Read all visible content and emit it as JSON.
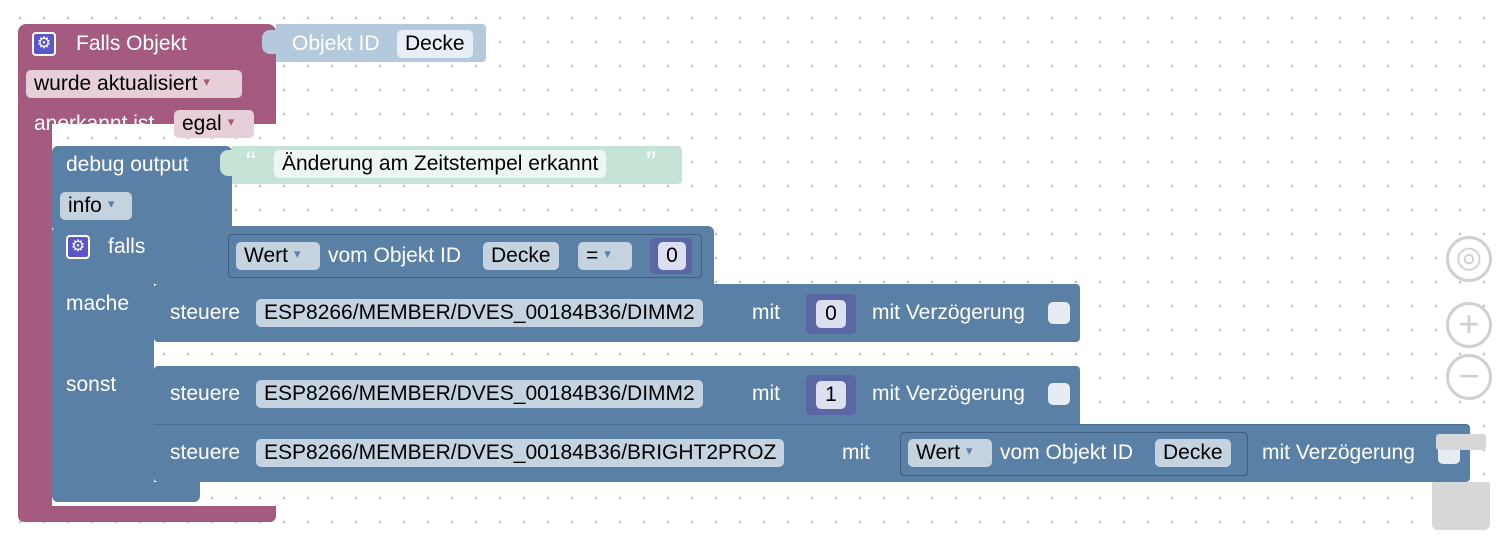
{
  "event_block": {
    "title": "Falls Objekt",
    "condition_value": "wurde aktualisiert",
    "ack_label": "anerkannt ist",
    "ack_value": "egal",
    "object_label": "Objekt ID",
    "object_value": "Decke"
  },
  "debug_block": {
    "label": "debug output",
    "text_value": "Änderung am Zeitstempel erkannt",
    "quote_open": "“",
    "quote_close": "”",
    "level_value": "info"
  },
  "if_block": {
    "label_if": "falls",
    "label_do": "mache",
    "label_else": "sonst",
    "cond_field": "Wert",
    "cond_label": "vom Objekt ID",
    "cond_object": "Decke",
    "operator": "=",
    "compare_value": "0"
  },
  "control_blocks": [
    {
      "label": "steuere",
      "target": "ESP8266/MEMBER/DVES_00184B36/DIMM2",
      "mit": "mit",
      "value": "0",
      "delay_label": "mit Verzögerung"
    },
    {
      "label": "steuere",
      "target": "ESP8266/MEMBER/DVES_00184B36/DIMM2",
      "mit": "mit",
      "value": "1",
      "delay_label": "mit Verzögerung"
    },
    {
      "label": "steuere",
      "target": "ESP8266/MEMBER/DVES_00184B36/BRIGHT2PROZ",
      "mit": "mit",
      "value_field": "Wert",
      "value_label": "vom Objekt ID",
      "value_object": "Decke",
      "delay_label": "mit Verzögerung"
    }
  ],
  "icons": {
    "gear": "⚙",
    "dropdown": "▾",
    "zoom_in": "+",
    "zoom_out": "−",
    "recenter": "◎"
  },
  "colors": {
    "event_block": "#a55b80",
    "debug_block": "#5b80a5",
    "text_block": "#c6e4d6",
    "object_id_block": "#b5c9dc",
    "value_block": "#5b67a5"
  }
}
